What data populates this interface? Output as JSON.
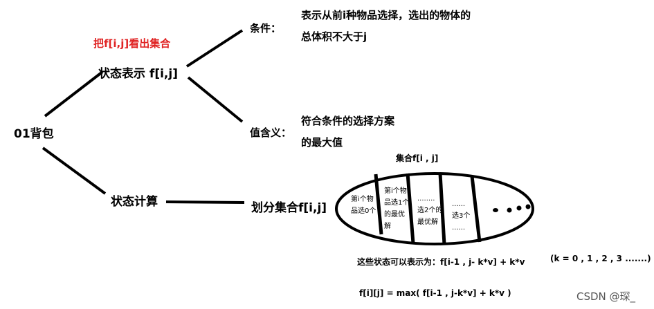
{
  "root": "01背包",
  "state_repr": "状态表示 f[i,j]",
  "view_as_set": "把f[i,j]看出集合",
  "condition_label": "条件：",
  "condition_text_1": "表示从前i种物品选择，选出的物体的",
  "condition_text_2": "总体积不大于j",
  "value_label": "值含义：",
  "value_text_1": "符合条件的选择方案",
  "value_text_2": "的最大值",
  "state_calc": "状态计算",
  "partition": "划分集合f[i,j]",
  "set_title": "集合f[i , j]",
  "cells": [
    {
      "lines": [
        "第i个物",
        "品选0个"
      ]
    },
    {
      "lines": [
        "第i个物",
        "品选1个",
        "的最优",
        "解"
      ]
    },
    {
      "lines": [
        "........",
        "选2个的",
        "最优解"
      ]
    },
    {
      "lines": [
        "......",
        "选3个",
        "......"
      ]
    }
  ],
  "repr_note": "这些状态可以表示为：f[i-1 , j- k*v] + k*v",
  "k_range": "(k = 0 , 1 , 2 , 3 .......)",
  "formula": "f[i][j] = max( f[i-1 , j-k*v] + k*v )",
  "watermark": "CSDN @琛_",
  "colors": {
    "ink": "#000000",
    "highlight": "#e02424",
    "watermark": "#555555"
  }
}
